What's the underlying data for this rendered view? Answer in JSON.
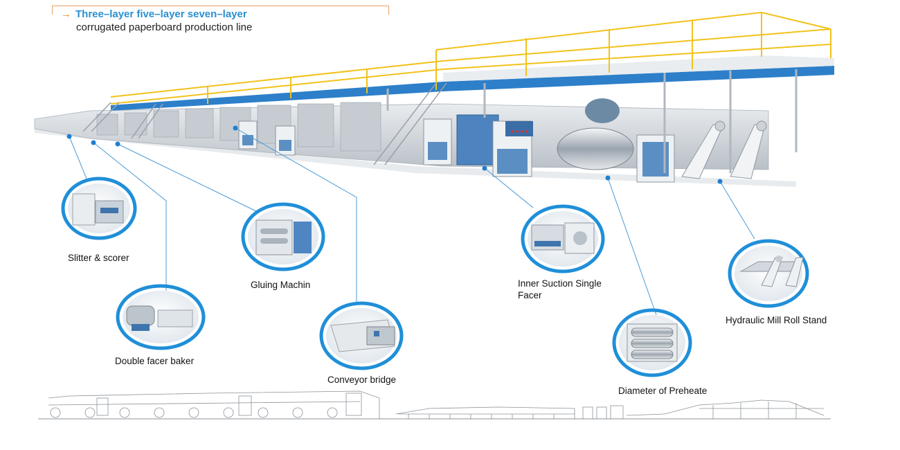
{
  "header": {
    "title": "Three–layer five–layer seven–layer",
    "subtitle": "corrugated paperboard production line"
  },
  "callouts": [
    {
      "id": "slitter",
      "label": "Slitter & scorer"
    },
    {
      "id": "double-facer",
      "label": "Double facer baker"
    },
    {
      "id": "gluing",
      "label": "Gluing Machin"
    },
    {
      "id": "conveyor",
      "label": "Conveyor bridge"
    },
    {
      "id": "single-facer",
      "label": "Inner Suction Single Facer"
    },
    {
      "id": "preheater",
      "label": "Diameter of Preheate"
    },
    {
      "id": "mill-roll",
      "label": "Hydraulic Mill Roll Stand"
    }
  ],
  "colors": {
    "accent_blue": "#2a8fd0",
    "ring_blue": "#1f8fd8",
    "railing_yellow": "#f2c21a",
    "platform_blue": "#2d7fc9",
    "machine_gray": "#d9dde2",
    "panel_blue": "#5b8fc4",
    "arrow_orange": "#e88a3a"
  }
}
